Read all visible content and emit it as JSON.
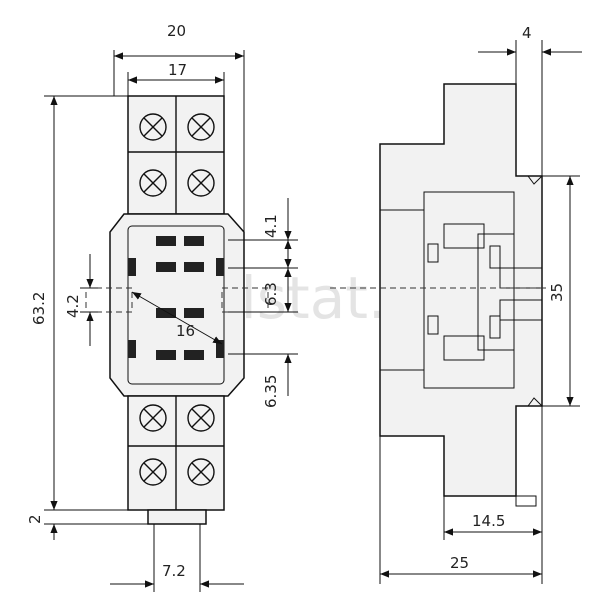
{
  "watermark": "elstat.pl",
  "front_view": {
    "width_overall": "20",
    "width_terminals": "17",
    "height_overall": "63.2",
    "slot_width": "4.2",
    "pin_offset_top": "4.1",
    "pin_spacing": "6.3",
    "pin_offset_bottom": "6.35",
    "center_spacing": "16",
    "bottom_gap": "2",
    "bottom_width": "7.2"
  },
  "side_view": {
    "top_offset": "4",
    "rail_height": "35",
    "rail_depth": "14.5",
    "depth_overall": "25"
  }
}
